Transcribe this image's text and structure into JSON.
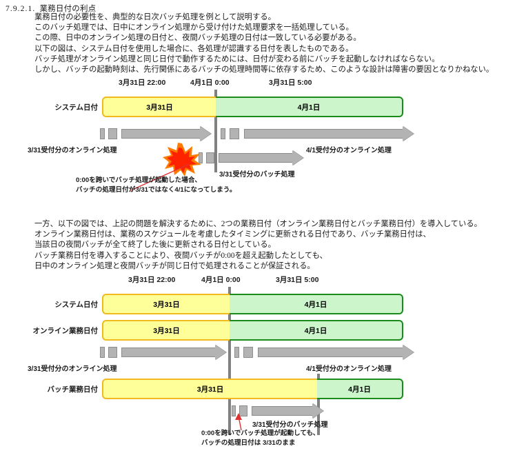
{
  "section": {
    "number": "7.9.2.1.",
    "title": "業務日付の利点"
  },
  "intro_paragraph": [
    "業務日付の必要性を、典型的な日次バッチ処理を例として説明する。",
    "このバッチ処理では、日中にオンライン処理から受け付けた処理要求を一括処理している。",
    "この際、日中のオンライン処理の日付と、夜間バッチ処理の日付は一致している必要がある。",
    "以下の図は、システム日付を使用した場合に、各処理が認識する日付を表したものである。",
    "バッチ処理がオンライン処理と同じ日付で動作するためには、日付が変わる前にバッチを起動しなければならない。",
    "しかし、バッチの起動時刻は、先行関係にあるバッチの処理時間等に依存するため、このような設計は障害の要因となりかねない。"
  ],
  "middle_paragraph": [
    "一方、以下の図では、上記の問題を解決するために、2つの業務日付（オンライン業務日付とバッチ業務日付）を導入している。",
    "オンライン業務日付は、業務のスケジュールを考慮したタイミングに更新される日付であり、バッチ業務日付は、",
    "当該日の夜間バッチが全て終了した後に更新される日付としている。",
    "バッチ業務日付を導入することにより、夜間バッチが0:00を超え起動したとしても、",
    "日中のオンライン処理と夜間バッチが同じ日付で処理されることが保証される。"
  ],
  "diagram1": {
    "ticks": [
      {
        "label": "3月31日 22:00"
      },
      {
        "label": "4月1日 0:00"
      },
      {
        "label": "3月31日 5:00"
      }
    ],
    "rows": [
      {
        "label": "システム日付",
        "segments": [
          {
            "text": "3月31日",
            "color": "yellow"
          },
          {
            "text": "4月1日",
            "color": "green"
          }
        ]
      }
    ],
    "online_left_caption": "3/31受付分のオンライン処理",
    "online_right_caption": "4/1受付分のオンライン処理",
    "batch_caption": "3/31受付分のバッチ処理",
    "callout": [
      "0:00を跨いでバッチ処理が起動した場合、",
      "バッチの処理日付が3/31ではなく4/1になってしまう。"
    ],
    "burst_icon": "explosion-icon",
    "colors": {
      "yellow_fill": "#ffff99",
      "yellow_border": "#f0ba1e",
      "green_fill": "#ccf5cc",
      "green_border": "#1a8a1a",
      "arrow_fill": "#b3b3b3",
      "rule": "#808080",
      "burst": "#ff2a00",
      "leader": "#e03030"
    }
  },
  "diagram2": {
    "ticks": [
      {
        "label": "3月31日 22:00"
      },
      {
        "label": "4月1日 0:00"
      },
      {
        "label": "3月31日 5:00"
      }
    ],
    "rows": [
      {
        "label": "システム日付",
        "segments": [
          {
            "text": "3月31日",
            "color": "yellow"
          },
          {
            "text": "4月1日",
            "color": "green"
          }
        ]
      },
      {
        "label": "オンライン業務日付",
        "segments": [
          {
            "text": "3月31日",
            "color": "yellow"
          },
          {
            "text": "4月1日",
            "color": "green"
          }
        ]
      },
      {
        "label": "バッチ業務日付",
        "segments": [
          {
            "text": "3月31日",
            "color": "yellow"
          },
          {
            "text": "4月1日",
            "color": "green"
          }
        ]
      }
    ],
    "online_left_caption": "3/31受付分のオンライン処理",
    "online_right_caption": "4/1受付分のオンライン処理",
    "batch_caption": "3/31受付分のバッチ処理",
    "callout": [
      "0:00を跨いでバッチ処理が起動しても、",
      "バッチの処理日付は 3/31のまま"
    ],
    "colors": {
      "yellow_fill": "#ffff99",
      "yellow_border": "#f0ba1e",
      "green_fill": "#ccf5cc",
      "green_border": "#1a8a1a",
      "arrow_fill": "#b3b3b3",
      "rule": "#808080",
      "leader": "#e03030"
    }
  }
}
